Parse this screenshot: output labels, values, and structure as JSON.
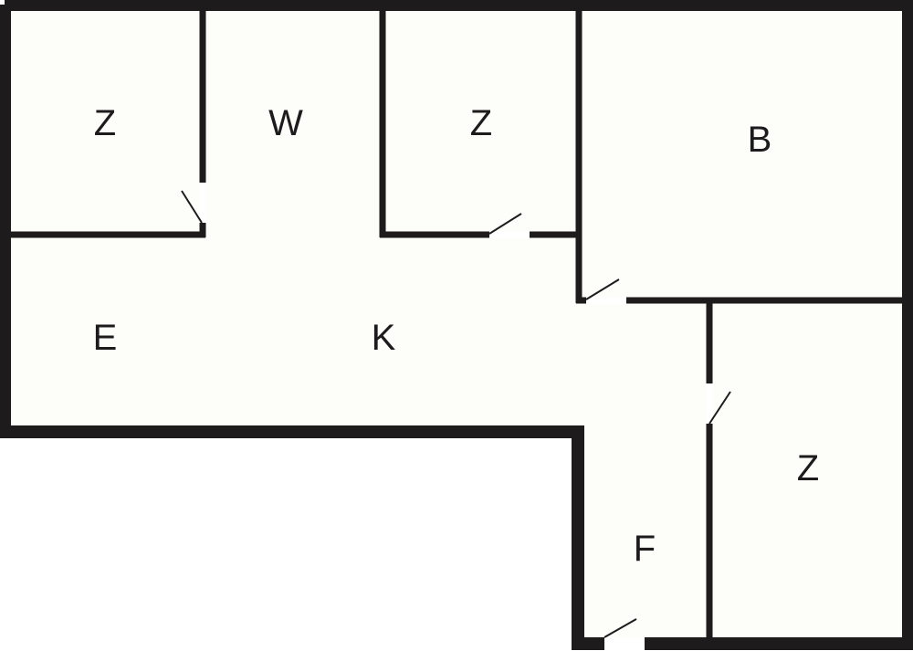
{
  "colors": {
    "wall": "#1e1b1c",
    "floor": "#fdfdfa",
    "background": "#ffffff",
    "door_gap": "#ffffff"
  },
  "rooms": [
    {
      "id": "room-z-top-left",
      "label": "Z"
    },
    {
      "id": "room-w",
      "label": "W"
    },
    {
      "id": "room-z-top-middle",
      "label": "Z"
    },
    {
      "id": "room-b",
      "label": "B"
    },
    {
      "id": "room-e",
      "label": "E"
    },
    {
      "id": "room-k",
      "label": "K"
    },
    {
      "id": "room-z-right",
      "label": "Z"
    },
    {
      "id": "room-f",
      "label": "F"
    }
  ]
}
